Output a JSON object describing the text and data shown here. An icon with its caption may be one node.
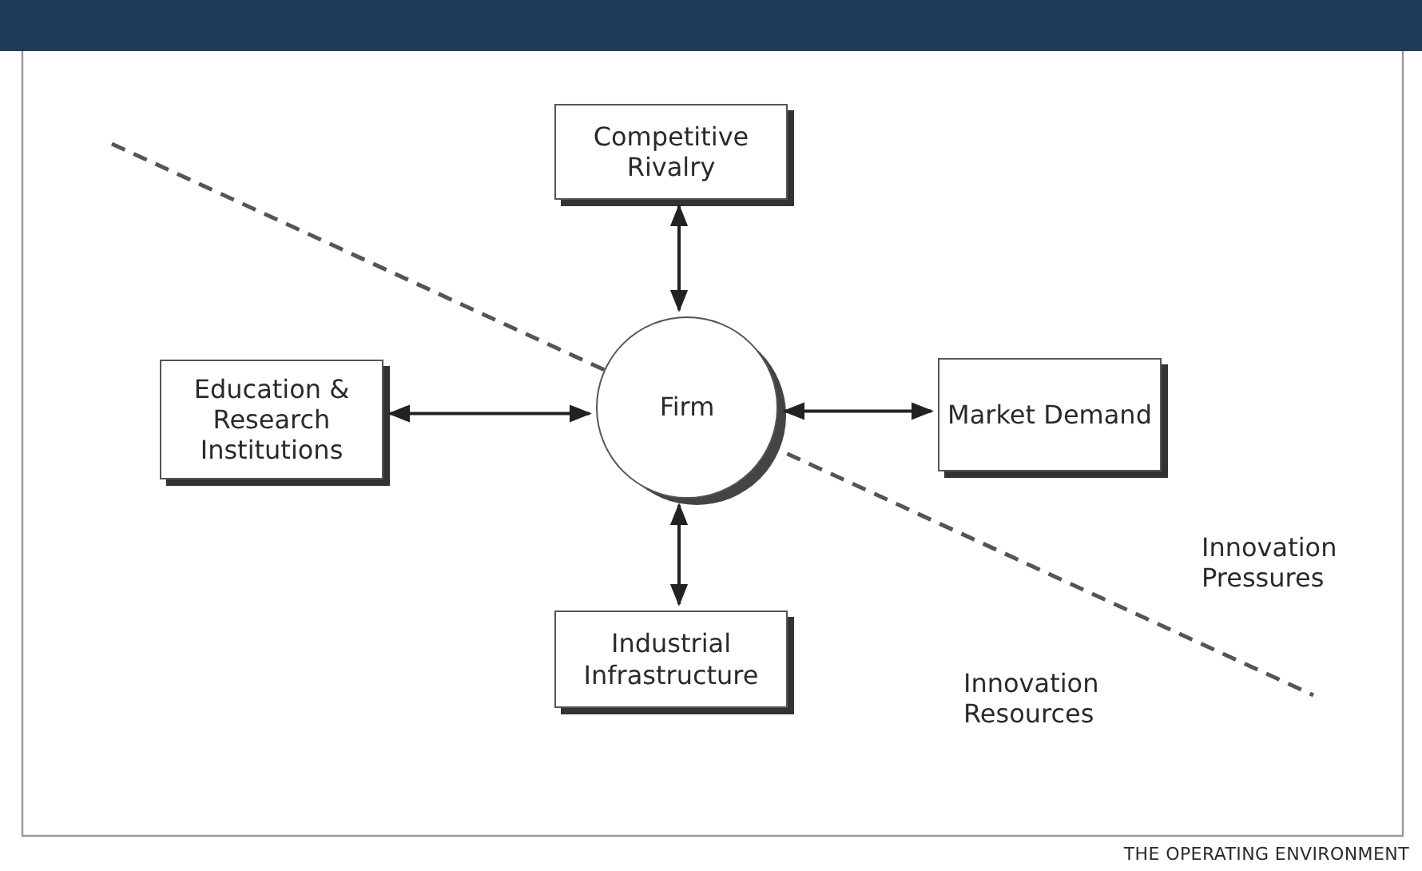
{
  "diagram": {
    "caption": "THE OPERATING ENVIRONMENT",
    "nodes": [
      {
        "text": [
          "Competitive Rivalry"
        ]
      },
      {
        "text": [
          "Education & Research Institutions"
        ]
      },
      {
        "text": [
          "Firm"
        ]
      },
      {
        "text": [
          "Market Demand"
        ]
      },
      {
        "text": [
          "Industrial Infrastructure"
        ]
      }
    ],
    "edges": [
      {
        "from": 0,
        "to": 2,
        "arrow": "both"
      },
      {
        "from": 1,
        "to": 2,
        "arrow": "both"
      },
      {
        "from": 2,
        "to": 3,
        "arrow": "both"
      },
      {
        "from": 2,
        "to": 4,
        "arrow": "both"
      }
    ],
    "labels": [
      "Innovation Pressures",
      "Innovation Resources"
    ]
  }
}
